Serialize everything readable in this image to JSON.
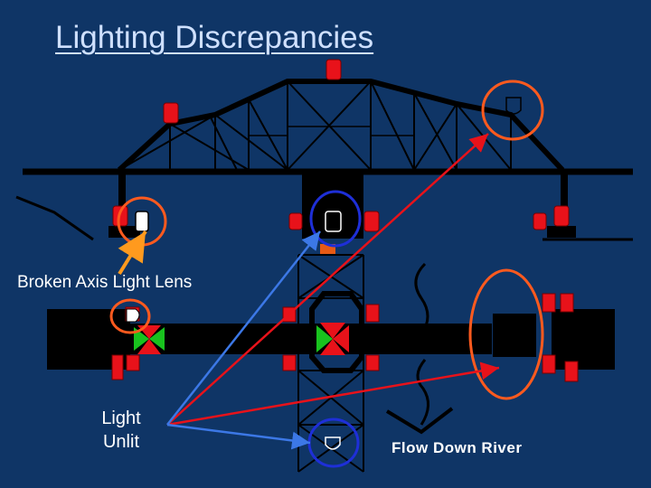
{
  "title": "Lighting Discrepancies",
  "labels": {
    "broken_axis": "Broken Axis Light Lens",
    "light_unlit_line1": "Light",
    "light_unlit_line2": "Unlit",
    "flow": "Flow Down River"
  },
  "colors": {
    "background": "#0f3566",
    "structure": "#000000",
    "red_light": "#e8121a",
    "green_light": "#19c21e",
    "highlight_orange": "#ff5a1e",
    "highlight_blue": "#1e2fd8",
    "arrow_red": "#e8121a",
    "arrow_blue": "#3c78e6",
    "arrow_orange": "#ff9a1e",
    "title_text": "#cfe0ff",
    "text": "#ffffff"
  },
  "icons": [
    "red-navigation-light",
    "unlit-light",
    "broken-lens-light",
    "red-green-sector-light",
    "flow-arrow"
  ]
}
